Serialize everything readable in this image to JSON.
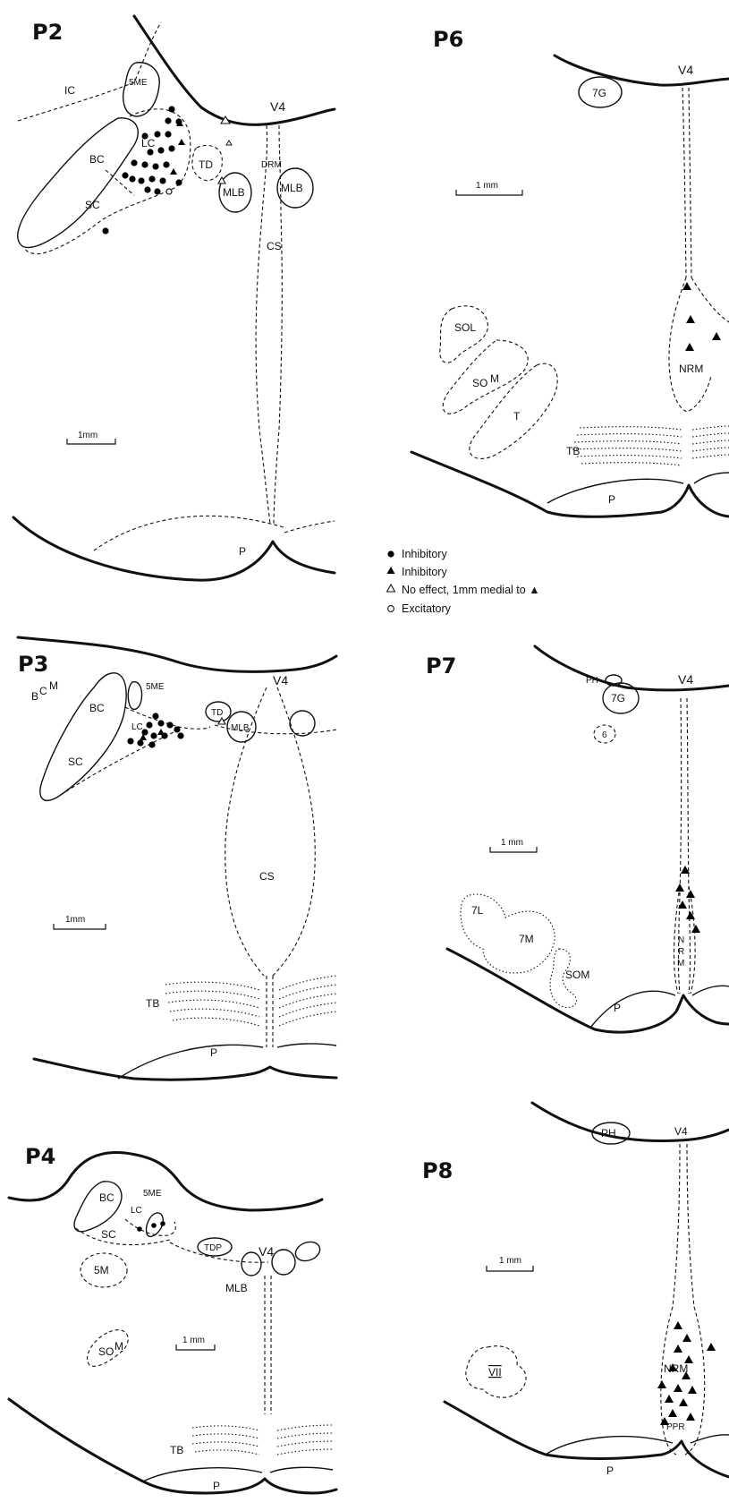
{
  "panels": {
    "p2": {
      "title": "P2",
      "labels": {
        "ic": "IC",
        "5me": "5ME",
        "bc": "BC",
        "lc": "LC",
        "sc": "SC",
        "td": "TD",
        "v4": "V4",
        "drm": "DRM",
        "mlb_left": "MLB",
        "mlb_right": "MLB",
        "cs": "CS",
        "p": "P"
      },
      "scale": "1mm"
    },
    "p3": {
      "title": "P3",
      "labels": {
        "bcm_b": "B",
        "bcm_c": "C",
        "bcm_m": "M",
        "bc": "BC",
        "5me": "5ME",
        "lc": "LC",
        "sc": "SC",
        "td": "TD",
        "mlb": "MLB",
        "v4": "V4",
        "cs": "CS",
        "tb": "TB",
        "p": "P"
      },
      "scale": "1mm"
    },
    "p4": {
      "title": "P4",
      "labels": {
        "bc": "BC",
        "5me": "5ME",
        "lc": "LC",
        "sc": "SC",
        "5m": "5M",
        "tdp": "TDP",
        "v4": "V4",
        "mlb": "MLB",
        "som_so": "SO",
        "som_m": "M",
        "tb": "TB",
        "p": "P"
      },
      "scale": "1 mm"
    },
    "p6": {
      "title": "P6",
      "labels": {
        "7g": "7G",
        "v4": "V4",
        "sol": "SOL",
        "som_so": "SO",
        "som_m": "M",
        "t": "T",
        "nrm": "NRM",
        "tb": "TB",
        "p": "P"
      },
      "scale": "1 mm"
    },
    "p7": {
      "title": "P7",
      "labels": {
        "ph": "PH",
        "7g": "7G",
        "v4": "V4",
        "6": "6",
        "7l": "7L",
        "7m": "7M",
        "som": "SOM",
        "nrm_n": "N",
        "nrm_r": "R",
        "nrm_m": "M",
        "p": "P"
      },
      "scale": "1 mm"
    },
    "p8": {
      "title": "P8",
      "labels": {
        "ph": "PH",
        "v4": "V4",
        "vii": "VII",
        "nrm": "NRM",
        "ppr": "PPR",
        "p": "P"
      },
      "scale": "1 mm"
    }
  },
  "legend": [
    {
      "symbol": "filled-circle",
      "text": "Inhibitory"
    },
    {
      "symbol": "filled-triangle",
      "text": "Inhibitory"
    },
    {
      "symbol": "open-triangle",
      "text": "No effect, 1mm medial to ▲"
    },
    {
      "symbol": "open-circle",
      "text": "Excitatory"
    }
  ]
}
